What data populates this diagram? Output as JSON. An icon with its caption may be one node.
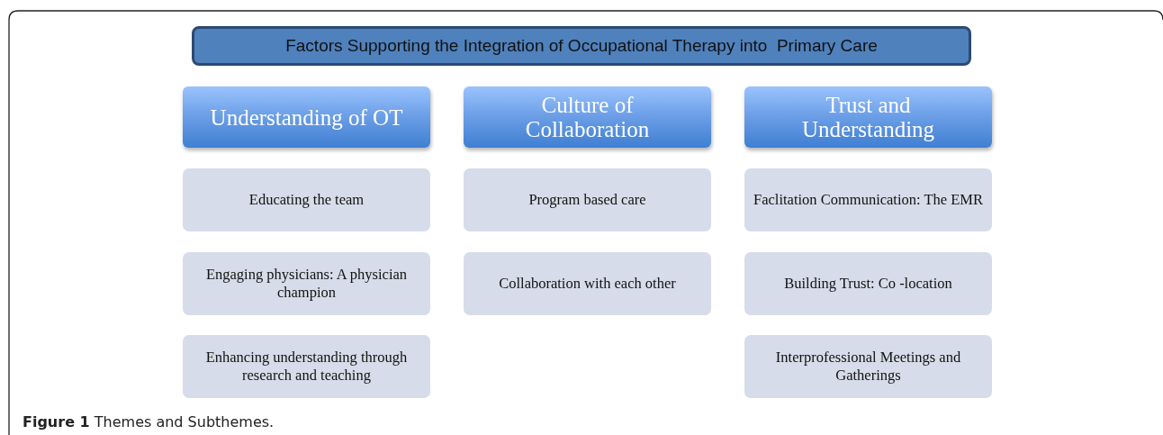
{
  "diagram": {
    "caption": "**Figure 1** Themes and Subthemes.",
    "nodes": [
      {
        "text": [
          "Factors Supporting the Integration of Occupational Therapy into  Primary Care"
        ]
      },
      {
        "text": [
          "Understanding of OT"
        ]
      },
      {
        "text": [
          "Culture of Collaboration"
        ]
      },
      {
        "text": [
          "Trust and Understanding"
        ]
      },
      {
        "text": [
          "Educating the team"
        ]
      },
      {
        "text": [
          "Program based care"
        ]
      },
      {
        "text": [
          "Faclitation Communication: The EMR"
        ]
      },
      {
        "text": [
          "Engaging physicians: A physician champion"
        ]
      },
      {
        "text": [
          "Collaboration with each other"
        ]
      },
      {
        "text": [
          "Building Trust: Co -location"
        ]
      },
      {
        "text": [
          "Enhancing understanding through research and teaching"
        ]
      },
      {
        "text": [
          "Interprofessional Meetings and Gatherings"
        ]
      }
    ]
  }
}
